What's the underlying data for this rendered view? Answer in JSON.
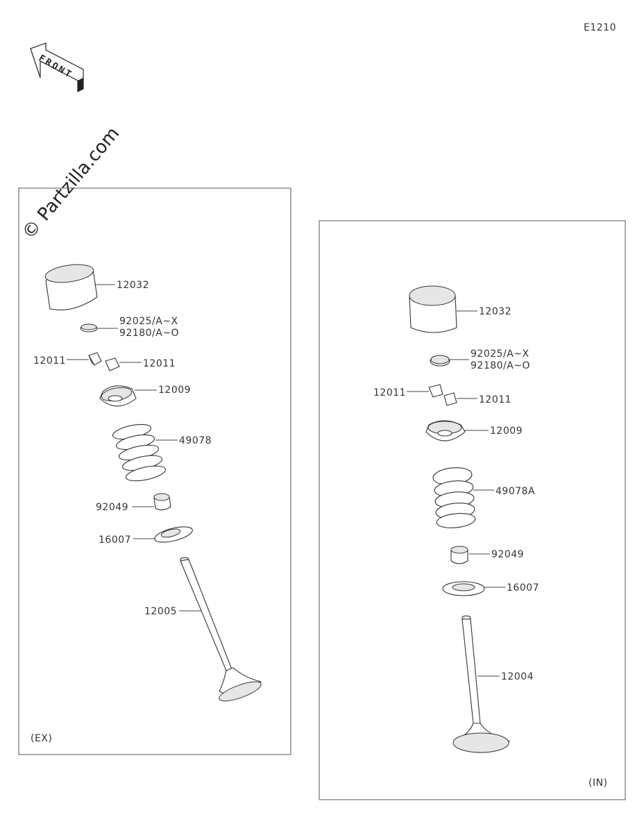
{
  "diagram_code": "E1210",
  "front_label": "FRONT",
  "watermark": "© Partzilla.com",
  "exhaust": {
    "tag": "(EX)",
    "parts": {
      "lifter": "12032",
      "shim_1": "92025/A~X",
      "shim_2": "92180/A~O",
      "cotter_left": "12011",
      "cotter_right": "12011",
      "retainer": "12009",
      "spring": "49078",
      "seal": "92049",
      "seat": "16007",
      "valve": "12005"
    }
  },
  "intake": {
    "tag": "(IN)",
    "parts": {
      "lifter": "12032",
      "shim_1": "92025/A~X",
      "shim_2": "92180/A~O",
      "cotter_left": "12011",
      "cotter_right": "12011",
      "retainer": "12009",
      "spring": "49078A",
      "seal": "92049",
      "seat": "16007",
      "valve": "12004"
    }
  }
}
